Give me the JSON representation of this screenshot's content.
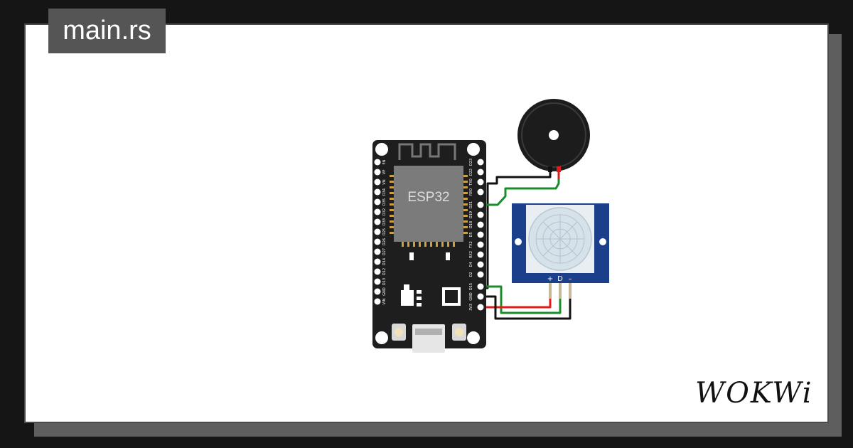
{
  "tab": {
    "filename": "main.rs"
  },
  "brand": {
    "name": "WOKWi"
  },
  "esp32": {
    "chip_label": "ESP32",
    "left_pins": [
      "EN",
      "VP",
      "VN",
      "D34",
      "D35",
      "D32",
      "D33",
      "D25",
      "D26",
      "D27",
      "D14",
      "D12",
      "D13",
      "GND",
      "VIN"
    ],
    "right_pins": [
      "D23",
      "D22",
      "TX0",
      "RX0",
      "D21",
      "D19",
      "D18",
      "D5",
      "TX2",
      "RX2",
      "D4",
      "D2",
      "D15",
      "GND",
      "3V3"
    ]
  },
  "pir": {
    "pin_labels": [
      "+",
      "D",
      "–"
    ]
  },
  "colors": {
    "board": "#1e1e1e",
    "pcb_sensor": "#1b3f8b",
    "wire_green": "#1a8c2a",
    "wire_red": "#e01b1b",
    "wire_black": "#111111"
  }
}
